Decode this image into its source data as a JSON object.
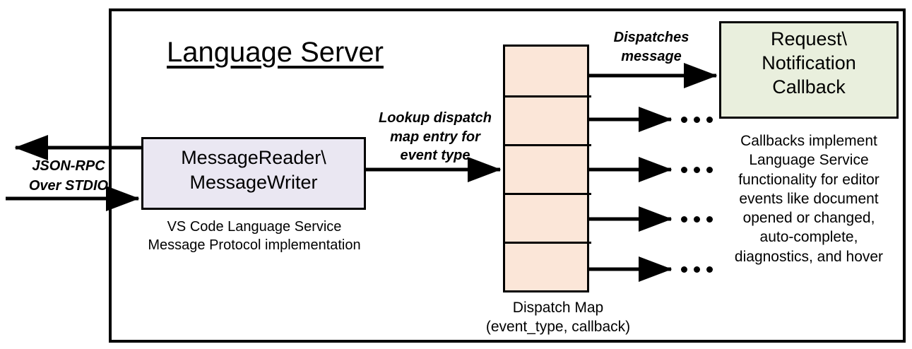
{
  "diagram": {
    "title": "Language Server",
    "frame_border_color": "#000000",
    "background": "#ffffff"
  },
  "io": {
    "protocol_label": "JSON-RPC\nOver STDIO",
    "outbound_arrow": "arrow-left",
    "inbound_arrow": "arrow-right"
  },
  "message_io": {
    "box_label": "MessageReader\\\nMessageWriter",
    "box_fill": "#eae7f2",
    "caption": "VS Code Language Service\nMessage Protocol implementation"
  },
  "lookup": {
    "label": "Lookup dispatch\nmap entry for\nevent type"
  },
  "dispatch_map": {
    "fill": "#fbe6d8",
    "caption": "Dispatch Map\n(event_type, callback)",
    "rows": [
      {
        "index": 1,
        "marker": "callback-dot"
      },
      {
        "index": 2,
        "marker": "callback-dot"
      },
      {
        "index": 3,
        "marker": "callback-dot"
      },
      {
        "index": 4,
        "marker": "callback-dot"
      },
      {
        "index": 5,
        "marker": "callback-dot"
      }
    ]
  },
  "dispatch": {
    "label": "Dispatches\nmessage"
  },
  "callback": {
    "box_label": "Request\\\nNotification\nCallback",
    "box_fill": "#e9efdd",
    "caption": "Callbacks implement\nLanguage Service\nfunctionality for editor\nevents like document\nopened or changed,\nauto-complete,\ndiagnostics, and hover",
    "ellipsis": "..."
  }
}
